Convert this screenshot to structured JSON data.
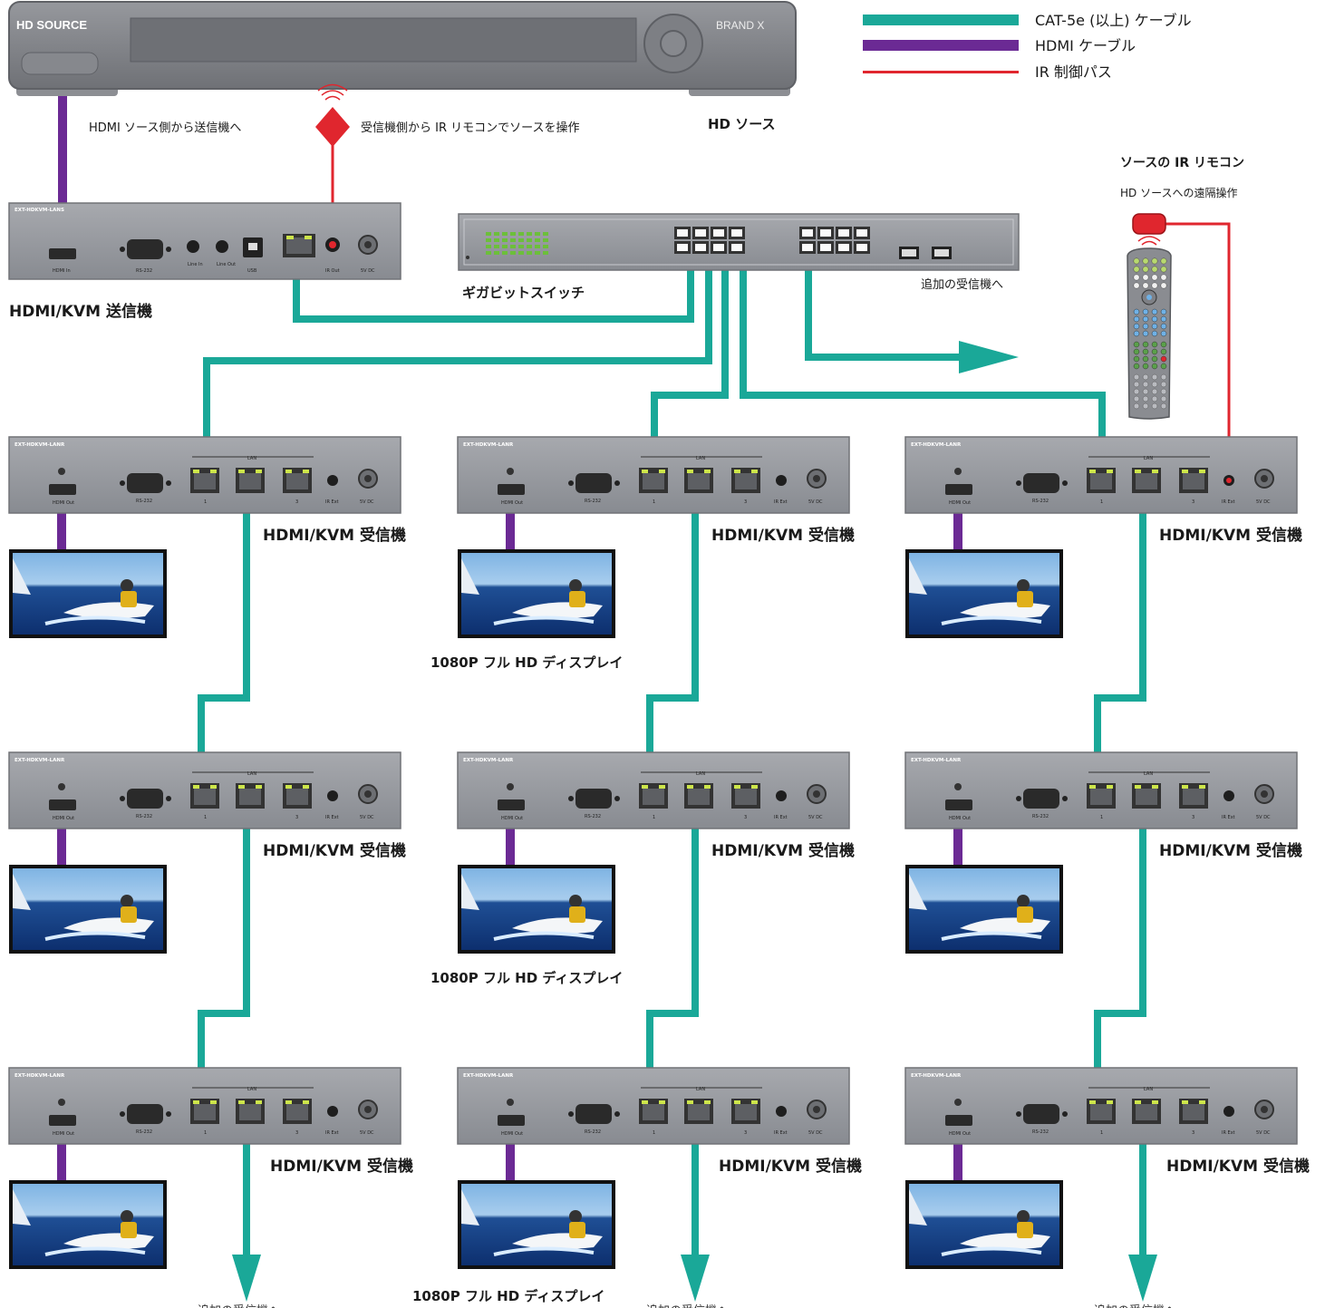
{
  "legend": {
    "cat5": {
      "label": "CAT-5e (以上) ケーブル",
      "color": "#1aa898"
    },
    "hdmi": {
      "label": "HDMI ケーブル",
      "color": "#6b2a94"
    },
    "ir": {
      "label": "IR 制御パス",
      "color": "#e0262e"
    }
  },
  "source": {
    "brand_left": "HD SOURCE",
    "brand_right": "BRAND X",
    "caption": "HD ソース",
    "hdmi_note": "HDMI ソース側から送信機へ",
    "ir_note": "受信機側から IR リモコンでソースを操作"
  },
  "transmitter": {
    "model": "EXT-HDKVM-LANS",
    "caption": "HDMI/KVM 送信機",
    "ports": {
      "hdmi": "HDMI In",
      "rs232": "RS-232",
      "line_in": "Line In",
      "line_out": "Line Out",
      "usb": "USB",
      "ir": "IR Out",
      "power": "5V DC"
    }
  },
  "switch": {
    "caption": "ギガビットスイッチ",
    "extra_note": "追加の受信機へ"
  },
  "remote": {
    "title": "ソースの IR リモコン",
    "subtitle": "HD ソースへの遠隔操作"
  },
  "receiver": {
    "model": "EXT-HDKVM-LANR",
    "caption": "HDMI/KVM 受信機",
    "lan": "LAN",
    "ports": {
      "hdmi": "HDMI Out",
      "rs232": "RS-232",
      "p1": "1",
      "p3": "3",
      "ir": "IR Ext",
      "power": "5V DC"
    }
  },
  "display": {
    "caption": "1080P フル HD ディスプレイ"
  },
  "more_receivers": "追加の受信機へ"
}
